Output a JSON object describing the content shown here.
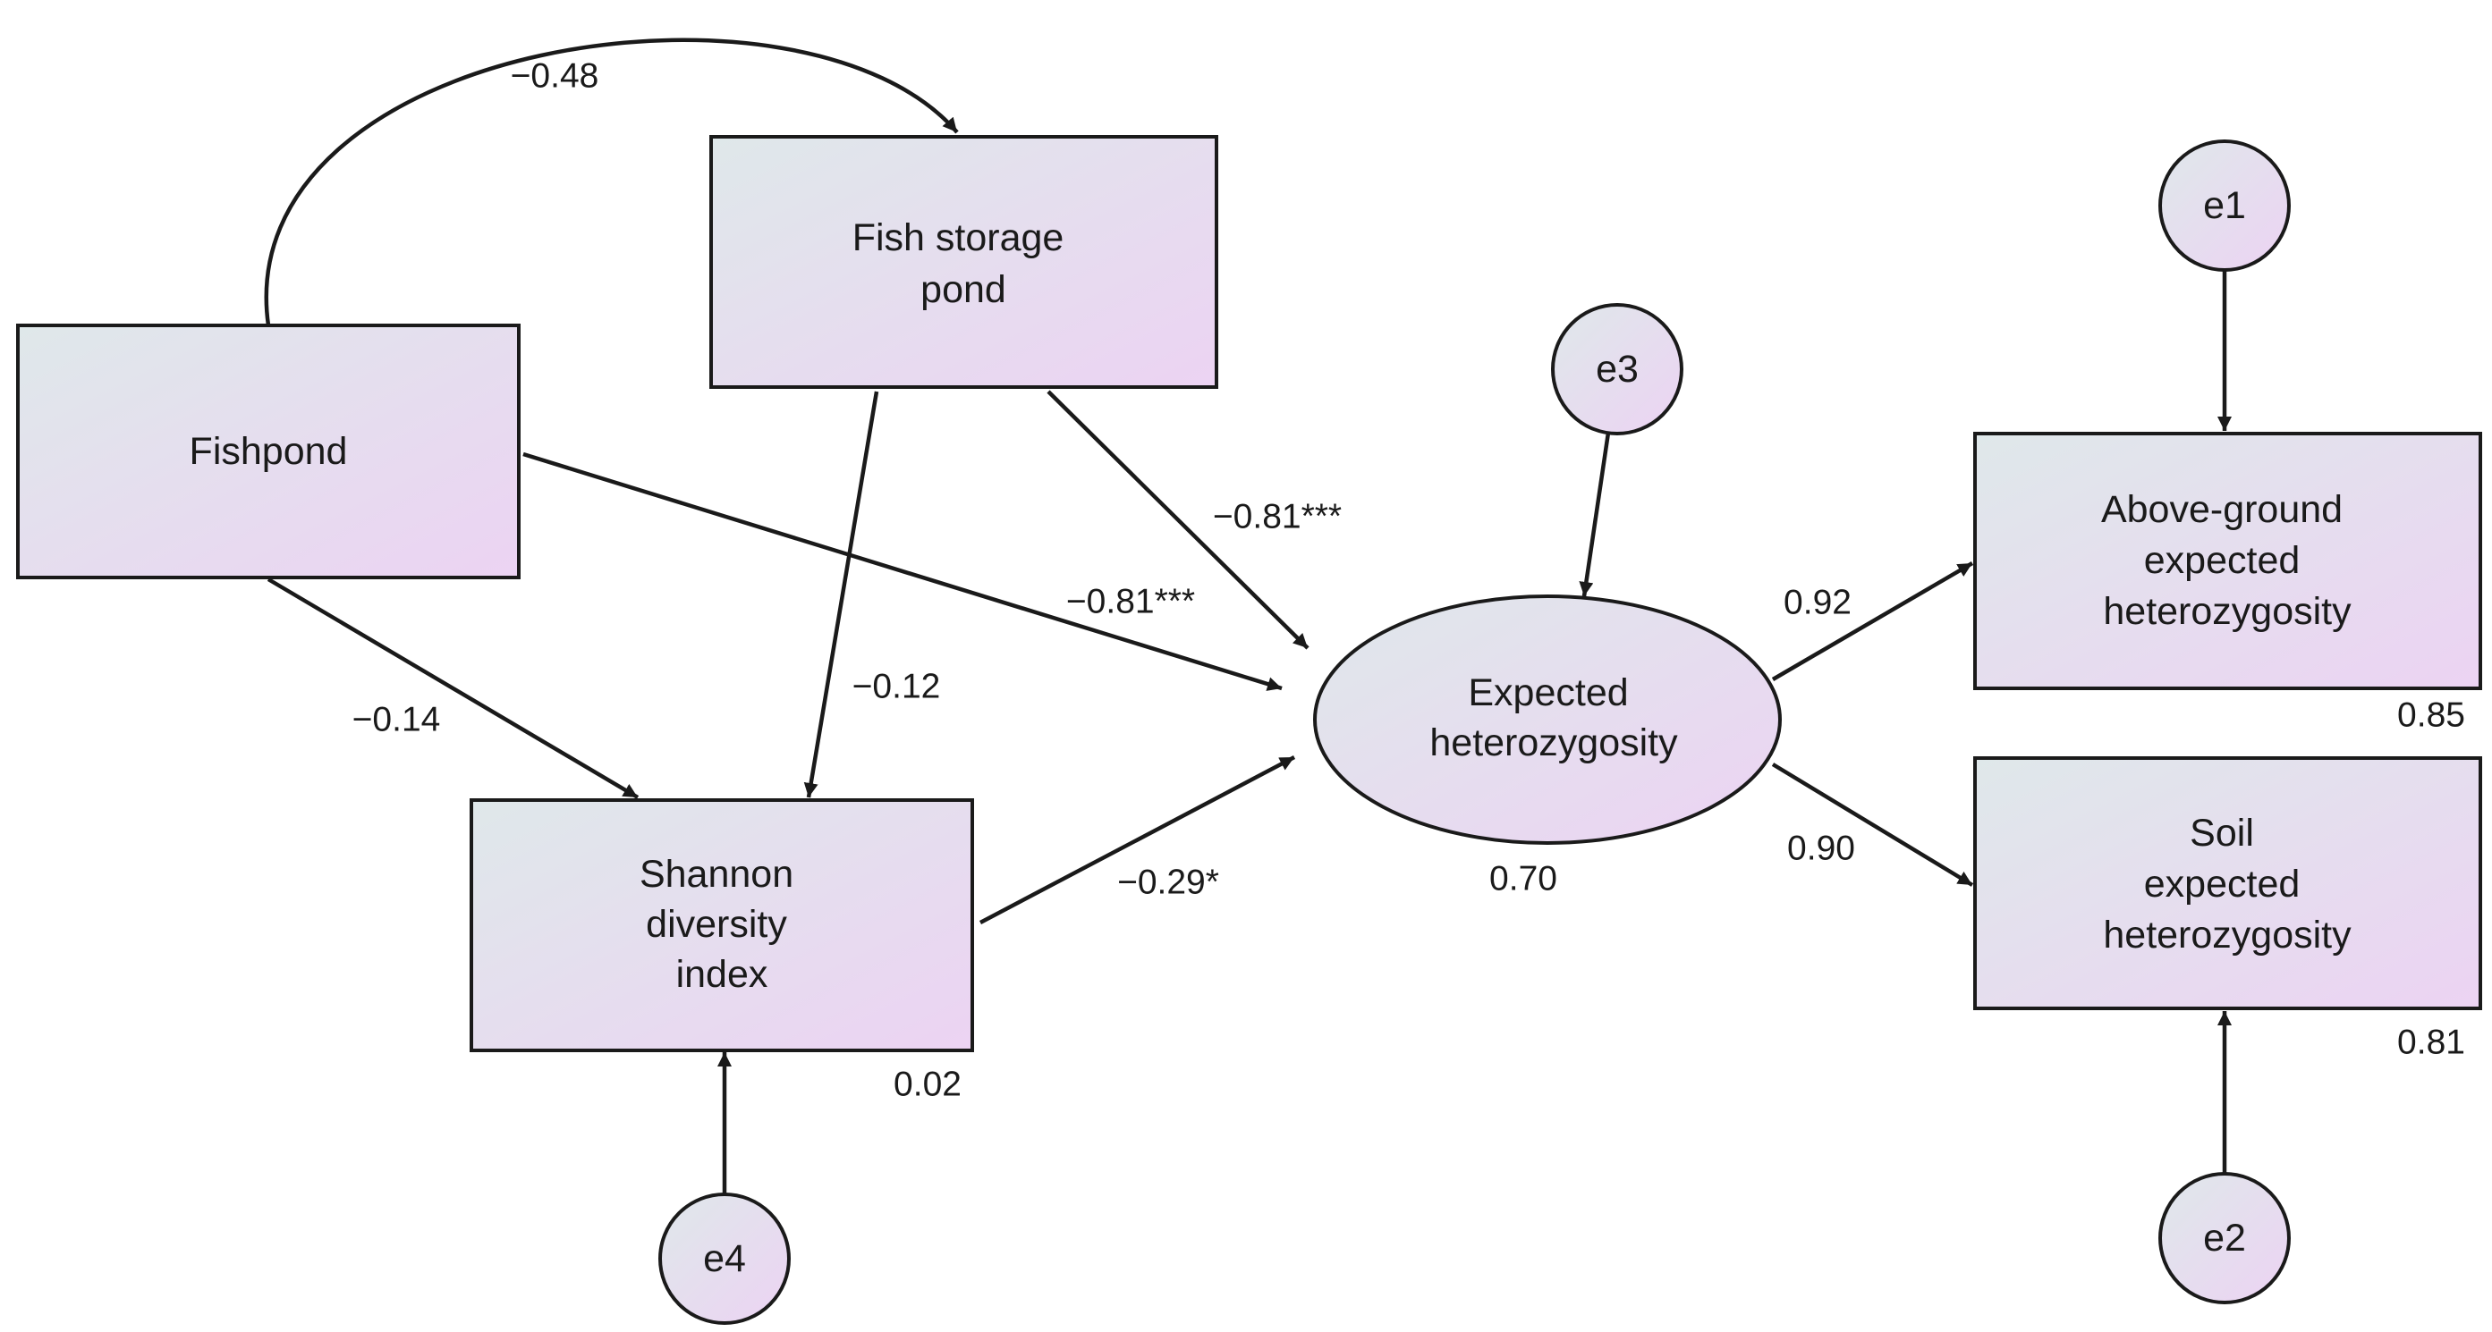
{
  "nodes": {
    "fishpond": [
      "Fishpond"
    ],
    "fish_storage_pond": [
      "Fish storage",
      "pond"
    ],
    "shannon": [
      "Shannon",
      "diversity",
      "index"
    ],
    "expected_het": [
      "Expected",
      "heterozygosity"
    ],
    "above_ground": [
      "Above-ground",
      "expected",
      "heterozygosity"
    ],
    "soil": [
      "Soil",
      "expected",
      "heterozygosity"
    ],
    "e1": [
      "e1"
    ],
    "e2": [
      "e2"
    ],
    "e3": [
      "e3"
    ],
    "e4": [
      "e4"
    ]
  },
  "coefficients": {
    "fishpond_storage": "−0.48",
    "storage_to_het": "−0.81***",
    "fishpond_to_het": "−0.81***",
    "storage_to_shannon": "−0.12",
    "fishpond_to_shannon": "−0.14",
    "shannon_to_het": "−0.29*",
    "het_to_above": "0.92",
    "het_to_soil": "0.90"
  },
  "r_squared": {
    "shannon": "0.02",
    "expected_het": "0.70",
    "above_ground": "0.85",
    "soil": "0.81"
  },
  "colors": {
    "fill_start": "#dfe8ea",
    "fill_end": "#ecd3f3",
    "stroke": "#1a1a1a"
  }
}
